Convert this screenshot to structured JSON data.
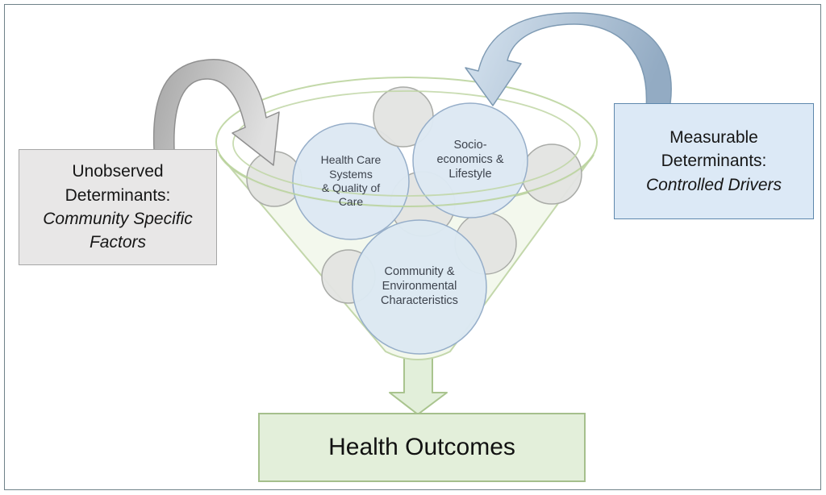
{
  "left_box": {
    "lines": [
      "Unobserved",
      "Determinants:"
    ],
    "italic_lines": [
      "Community Specific",
      "Factors"
    ]
  },
  "right_box": {
    "lines": [
      "Measurable",
      "Determinants:"
    ],
    "italic_lines": [
      "Controlled Drivers"
    ]
  },
  "funnel_circles": [
    {
      "id": "health-care-systems",
      "lines": [
        "Health Care",
        "Systems",
        "& Quality of",
        "Care"
      ]
    },
    {
      "id": "socio-economics",
      "lines": [
        "Socio-",
        "economics &",
        "Lifestyle"
      ]
    },
    {
      "id": "community-environmental",
      "lines": [
        "Community &",
        "Environmental",
        "Characteristics"
      ]
    }
  ],
  "outcome_box": {
    "label": "Health Outcomes"
  },
  "colors": {
    "page_border": "#6f8289",
    "gray_box_fill": "#e8e7e7",
    "gray_box_border": "#a6a6a6",
    "blue_box_fill": "#dce9f6",
    "blue_box_border": "#5e88ad",
    "outcome_fill": "#e3efda",
    "outcome_border": "#a5bf8c",
    "funnel_stroke": "#b9d29a",
    "funnel_fill": "#f3f8ed",
    "blue_circle_fill": "#dde8f3",
    "blue_circle_stroke": "#96aec9",
    "gray_circle_fill": "#e3e4e1",
    "gray_circle_stroke": "#a9aba7",
    "left_arrow_dark": "#a9a9a9",
    "left_arrow_light": "#e0e0e0",
    "right_arrow_dark": "#93abc3",
    "right_arrow_light": "#d7e4f0",
    "green_arrow_fill": "#e2efda",
    "green_arrow_stroke": "#a9c48e"
  }
}
